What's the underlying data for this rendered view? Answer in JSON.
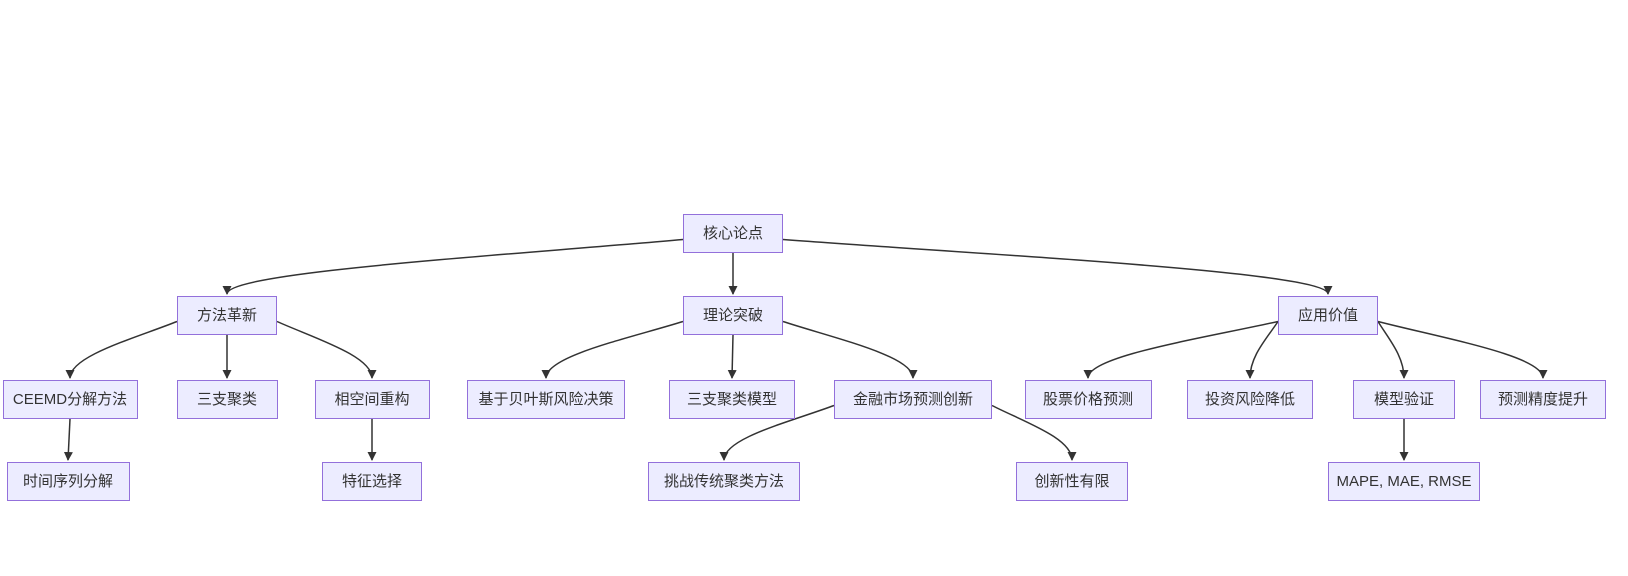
{
  "diagram": {
    "type": "flowchart",
    "direction": "top-down",
    "colors": {
      "background": "#FFFFFF",
      "node_fill": "#ECECFF",
      "node_border": "#9370DB",
      "node_text": "#333333",
      "edge": "#333333"
    },
    "nodes": [
      {
        "id": "core",
        "label": "核心论点"
      },
      {
        "id": "method",
        "label": "方法革新"
      },
      {
        "id": "theory",
        "label": "理论突破"
      },
      {
        "id": "application",
        "label": "应用价值"
      },
      {
        "id": "ceemd",
        "label": "CEEMD分解方法"
      },
      {
        "id": "threeway",
        "label": "三支聚类"
      },
      {
        "id": "phase",
        "label": "相空间重构"
      },
      {
        "id": "bayes",
        "label": "基于贝叶斯风险决策"
      },
      {
        "id": "twc-model",
        "label": "三支聚类模型"
      },
      {
        "id": "fin-innov",
        "label": "金融市场预测创新"
      },
      {
        "id": "stock",
        "label": "股票价格预测"
      },
      {
        "id": "risk",
        "label": "投资风险降低"
      },
      {
        "id": "validation",
        "label": "模型验证"
      },
      {
        "id": "accuracy",
        "label": "预测精度提升"
      },
      {
        "id": "timeseries",
        "label": "时间序列分解"
      },
      {
        "id": "feature",
        "label": "特征选择"
      },
      {
        "id": "challenge",
        "label": "挑战传统聚类方法"
      },
      {
        "id": "limited",
        "label": "创新性有限"
      },
      {
        "id": "metrics",
        "label": "MAPE, MAE, RMSE"
      }
    ],
    "edges": [
      {
        "from": "core",
        "to": "method"
      },
      {
        "from": "core",
        "to": "theory"
      },
      {
        "from": "core",
        "to": "application"
      },
      {
        "from": "method",
        "to": "ceemd"
      },
      {
        "from": "method",
        "to": "threeway"
      },
      {
        "from": "method",
        "to": "phase"
      },
      {
        "from": "ceemd",
        "to": "timeseries"
      },
      {
        "from": "phase",
        "to": "feature"
      },
      {
        "from": "theory",
        "to": "bayes"
      },
      {
        "from": "theory",
        "to": "twc-model"
      },
      {
        "from": "theory",
        "to": "fin-innov"
      },
      {
        "from": "fin-innov",
        "to": "challenge"
      },
      {
        "from": "fin-innov",
        "to": "limited"
      },
      {
        "from": "application",
        "to": "stock"
      },
      {
        "from": "application",
        "to": "risk"
      },
      {
        "from": "application",
        "to": "validation"
      },
      {
        "from": "application",
        "to": "accuracy"
      },
      {
        "from": "validation",
        "to": "metrics"
      }
    ]
  }
}
